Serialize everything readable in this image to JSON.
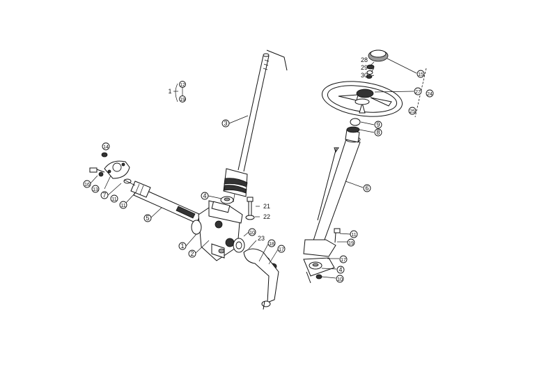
{
  "callouts": [
    {
      "id": "c1",
      "label": "1"
    },
    {
      "id": "c2",
      "label": "12"
    },
    {
      "id": "c3",
      "label": "19"
    },
    {
      "id": "c4",
      "label": "3"
    },
    {
      "id": "c5",
      "label": "14"
    },
    {
      "id": "c6",
      "label": "16"
    },
    {
      "id": "c7",
      "label": "13"
    },
    {
      "id": "c8",
      "label": "7"
    },
    {
      "id": "c9",
      "label": "11"
    },
    {
      "id": "c10",
      "label": "11"
    },
    {
      "id": "c11",
      "label": "5"
    },
    {
      "id": "c12",
      "label": "4"
    },
    {
      "id": "c13",
      "label": "21"
    },
    {
      "id": "c14",
      "label": "22"
    },
    {
      "id": "c15",
      "label": "10"
    },
    {
      "id": "c16",
      "label": "23"
    },
    {
      "id": "c17",
      "label": "18"
    },
    {
      "id": "c18",
      "label": "17"
    },
    {
      "id": "c19",
      "label": "1"
    },
    {
      "id": "c20",
      "label": "2"
    },
    {
      "id": "c21",
      "label": "28"
    },
    {
      "id": "c22",
      "label": "29"
    },
    {
      "id": "c23",
      "label": "30"
    },
    {
      "id": "c24",
      "label": "15"
    },
    {
      "id": "c25",
      "label": "27"
    },
    {
      "id": "c26",
      "label": "24"
    },
    {
      "id": "c27",
      "label": "25"
    },
    {
      "id": "c28",
      "label": "9"
    },
    {
      "id": "c29",
      "label": "8"
    },
    {
      "id": "c30",
      "label": "6"
    },
    {
      "id": "c31",
      "label": "11"
    },
    {
      "id": "c32",
      "label": "19"
    },
    {
      "id": "c33",
      "label": "17"
    },
    {
      "id": "c34",
      "label": "4"
    },
    {
      "id": "c35",
      "label": "10"
    }
  ]
}
